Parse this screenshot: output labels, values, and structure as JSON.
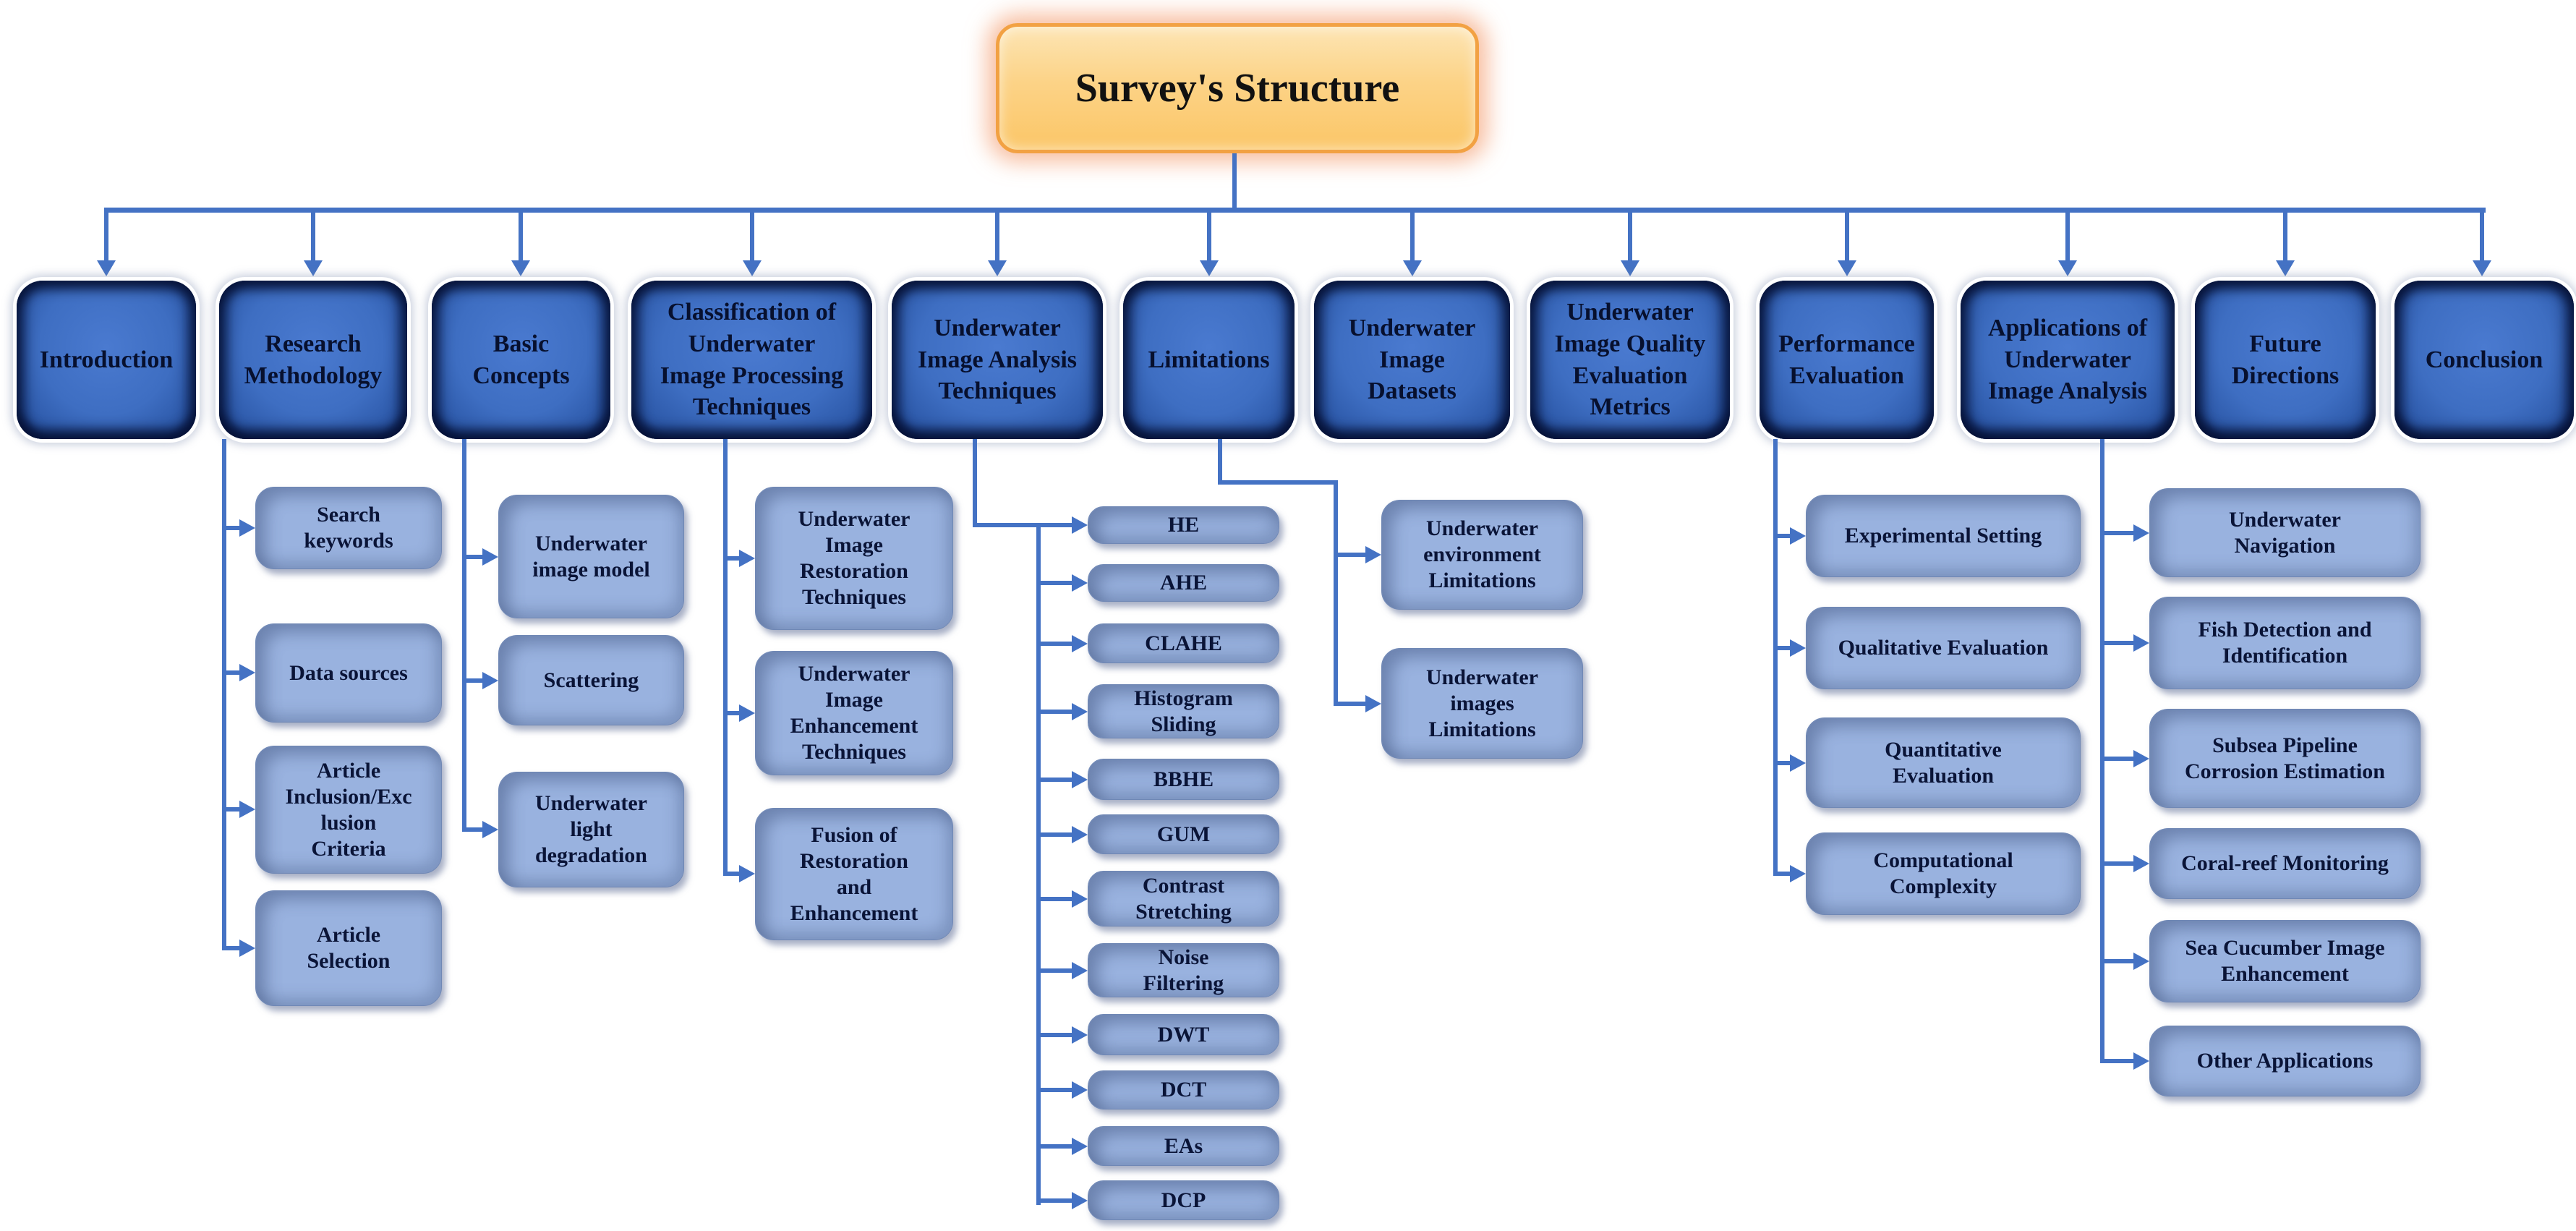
{
  "title": {
    "label": "Survey's Structure"
  },
  "colors": {
    "connector": "#4472C4",
    "level1_fill": "#3E6FC3",
    "level1_edge": "#0B1C4E",
    "level2_fill": "#99B2DF",
    "title_fill_top": "#FDE5B4",
    "title_fill_bottom": "#FBC667",
    "title_border": "#F2A143",
    "title_glow": "#F4B183",
    "text_dark": "#0A1437"
  },
  "sections": [
    {
      "label": "Introduction",
      "children": []
    },
    {
      "label": "Research\nMethodology",
      "children": [
        "Search\nkeywords",
        "Data sources",
        "Article\nInclusion/Exc\nlusion\nCriteria",
        "Article\nSelection"
      ]
    },
    {
      "label": "Basic\nConcepts",
      "children": [
        "Underwater\nimage model",
        "Scattering",
        "Underwater\nlight\ndegradation"
      ]
    },
    {
      "label": "Classification of\nUnderwater\nImage Processing\nTechniques",
      "children": [
        "Underwater\nImage\nRestoration\nTechniques",
        "Underwater\nImage\nEnhancement\nTechniques",
        "Fusion of\nRestoration\nand\nEnhancement"
      ]
    },
    {
      "label": "Underwater\nImage Analysis\nTechniques",
      "children": [
        "HE",
        "AHE",
        "CLAHE",
        "Histogram\nSliding",
        "BBHE",
        "GUM",
        "Contrast\nStretching",
        "Noise\nFiltering",
        "DWT",
        "DCT",
        "EAs",
        "DCP"
      ]
    },
    {
      "label": "Limitations",
      "children": [
        "Underwater\nenvironment\nLimitations",
        "Underwater\nimages\nLimitations"
      ]
    },
    {
      "label": "Underwater\nImage\nDatasets",
      "children": []
    },
    {
      "label": "Underwater\nImage Quality\nEvaluation\nMetrics",
      "children": []
    },
    {
      "label": "Performance\nEvaluation",
      "children": [
        "Experimental Setting",
        "Qualitative Evaluation",
        "Quantitative\nEvaluation",
        "Computational\nComplexity"
      ]
    },
    {
      "label": "Applications of\nUnderwater\nImage Analysis",
      "children": [
        "Underwater\nNavigation",
        "Fish Detection and\nIdentification",
        "Subsea Pipeline\nCorrosion Estimation",
        "Coral-reef Monitoring",
        "Sea Cucumber Image\nEnhancement",
        "Other Applications"
      ]
    },
    {
      "label": "Future\nDirections",
      "children": []
    },
    {
      "label": "Conclusion",
      "children": []
    }
  ]
}
